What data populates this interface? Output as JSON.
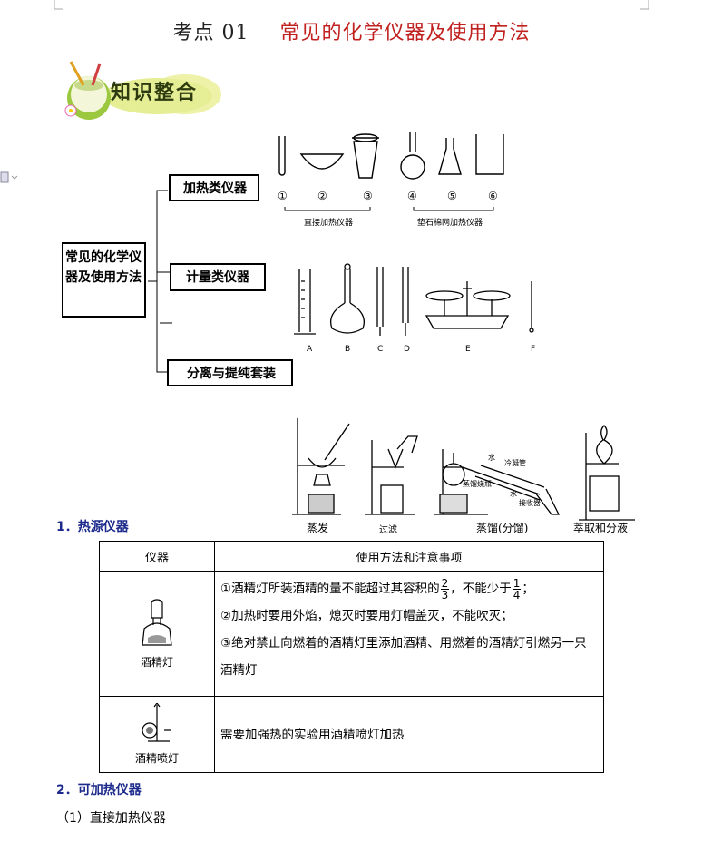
{
  "header": {
    "number": "考点 01",
    "title": "常见的化学仪器及使用方法"
  },
  "banner": {
    "text": "知识整合"
  },
  "mindmap": {
    "root": "常见的化学仪器及使用方法",
    "branches": [
      "加热类仪器",
      "计量类仪器",
      "分离与提纯套装"
    ]
  },
  "heating_figure": {
    "numbers": [
      "①",
      "②",
      "③",
      "④",
      "⑤",
      "⑥"
    ],
    "direct_label": "直接加热仪器",
    "indirect_label": "垫石棉网加热仪器"
  },
  "measuring_figure": {
    "letters": [
      "A",
      "B",
      "C",
      "D",
      "E",
      "F"
    ]
  },
  "separation_figure": {
    "captions": [
      "蒸发",
      "过滤",
      "蒸馏(分馏)",
      "萃取和分液"
    ],
    "labels": {
      "water_out": "水",
      "condenser": "冷凝管",
      "flask": "蒸馏烧瓶",
      "water_in": "水",
      "receiver": "接收器"
    }
  },
  "section1": {
    "heading": "1．热源仪器",
    "table": {
      "col1": "仪器",
      "col2": "使用方法和注意事项",
      "rows": [
        {
          "instrument": "酒精灯",
          "notes": {
            "n1_pre": "①酒精灯所装酒精的量不能超过其容积的",
            "n1_frac1_num": "2",
            "n1_frac1_den": "3",
            "n1_mid": "，不能少于",
            "n1_frac2_num": "1",
            "n1_frac2_den": "4",
            "n1_end": "；",
            "n2": "②加热时要用外焰，熄灭时要用灯帽盖灭，不能吹灭；",
            "n3a": "③绝对禁止向燃着的酒精灯里添加酒精、用燃着的酒精灯引燃另一只",
            "n3b": "酒精灯"
          }
        },
        {
          "instrument": "酒精喷灯",
          "notes": {
            "n1": "需要加强热的实验用酒精喷灯加热"
          }
        }
      ]
    }
  },
  "section2": {
    "heading": "2．可加热仪器",
    "sub1": "（1）直接加热仪器"
  }
}
